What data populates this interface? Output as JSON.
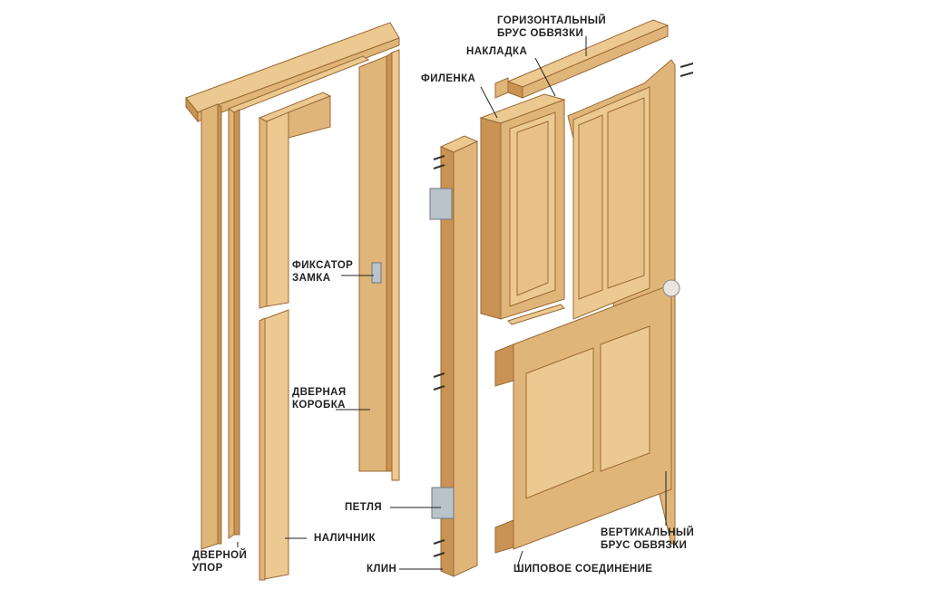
{
  "labels": {
    "horizontal_rail_1": "ГОРИЗОНТАЛЬНЫЙ",
    "horizontal_rail_2": "БРУС ОБВЯЗКИ",
    "overlay": "НАКЛАДКА",
    "panel": "ФИЛЕНКА",
    "lock_strike_1": "ФИКСАТОР",
    "lock_strike_2": "ЗАМКА",
    "door_frame_1": "ДВЕРНАЯ",
    "door_frame_2": "КОРОБКА",
    "hinge": "ПЕТЛЯ",
    "casing": "НАЛИЧНИК",
    "door_stop_1": "ДВЕРНОЙ",
    "door_stop_2": "УПОР",
    "wedge": "КЛИН",
    "tenon_joint": "ШИПОВОЕ СОЕДИНЕНИЕ",
    "vertical_rail_1": "ВЕРТИКАЛЬНЫЙ",
    "vertical_rail_2": "БРУС ОБВЯЗКИ"
  },
  "colors": {
    "wood_light": "#ecc990",
    "wood_mid": "#e0b57a",
    "wood_dark": "#c99353",
    "wood_edge": "#9a6a35",
    "metal": "#b9c3cc",
    "leader": "#222222"
  }
}
